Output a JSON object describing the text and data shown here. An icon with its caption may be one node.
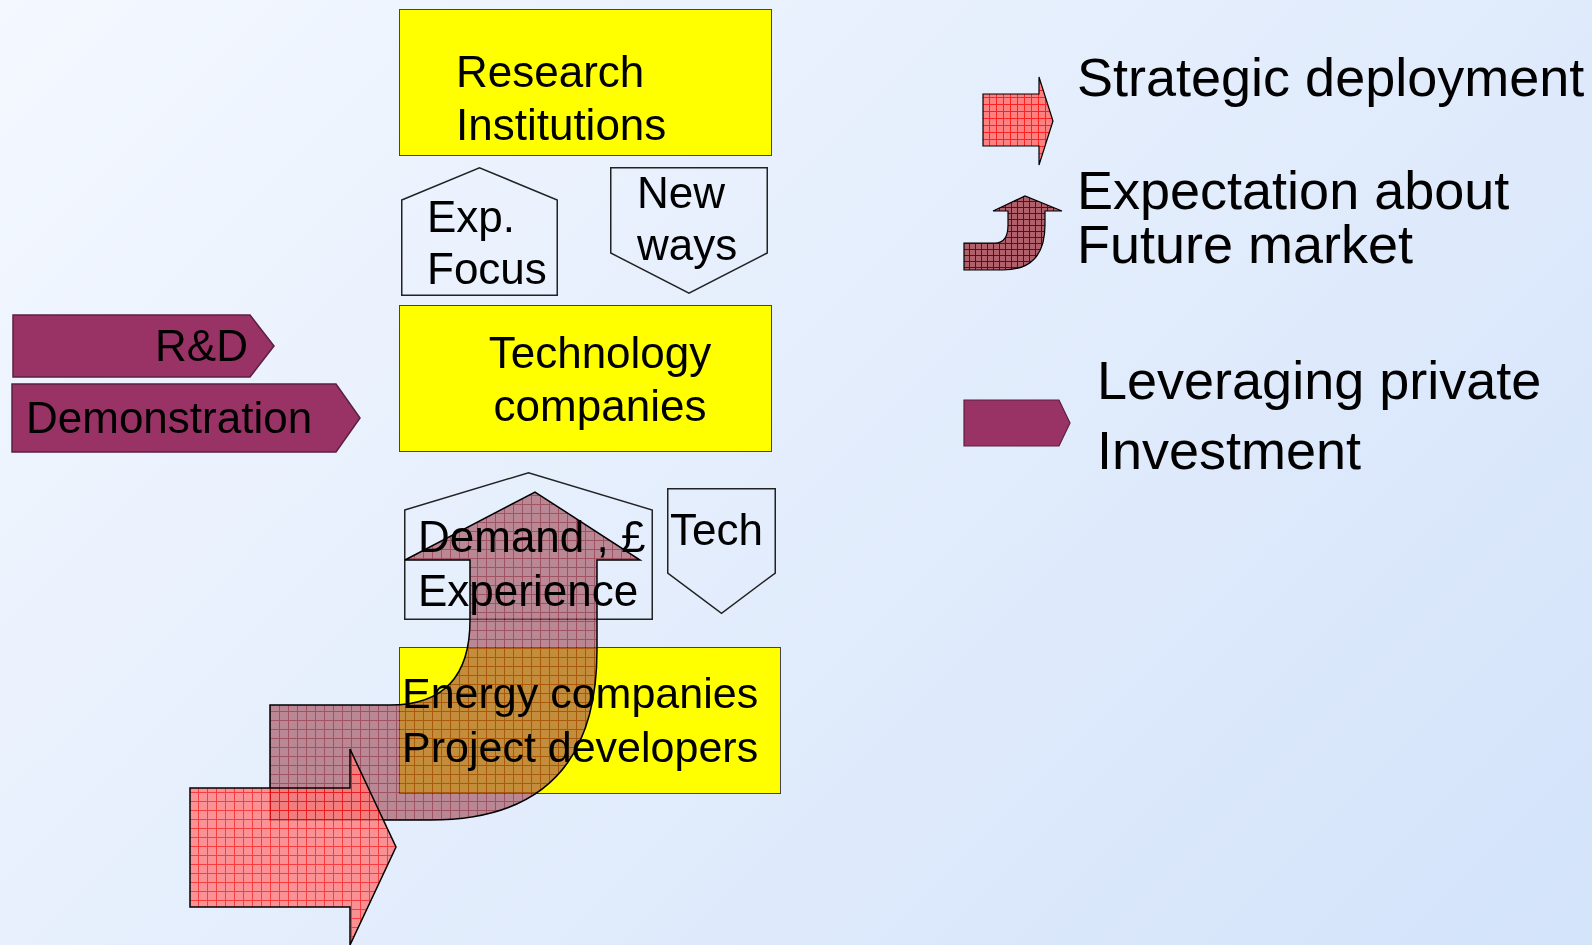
{
  "diagram": {
    "nodes": [
      {
        "text": [
          "Research Institutions"
        ]
      },
      {
        "text": [
          "Exp. Focus"
        ]
      },
      {
        "text": [
          "New ways"
        ]
      },
      {
        "text": [
          "Technology companies"
        ]
      },
      {
        "text": [
          "R&D"
        ]
      },
      {
        "text": [
          "Demonstration"
        ]
      },
      {
        "text": [
          "Demand , £ Experience"
        ]
      },
      {
        "text": [
          "Tech"
        ]
      },
      {
        "text": [
          "Energy companies Project developers"
        ]
      }
    ],
    "edges": [
      {
        "from": null,
        "to": 6,
        "arrow": "to",
        "style": "thick",
        "color": "#a3505c"
      },
      {
        "from": null,
        "to": 8,
        "arrow": "to",
        "style": "thick",
        "color": "#ff7a7a"
      }
    ],
    "legend": [
      {
        "text": "Strategic deployment"
      },
      {
        "text": "Expectation about Future market"
      },
      {
        "text": "Leveraging private Investment"
      }
    ]
  }
}
